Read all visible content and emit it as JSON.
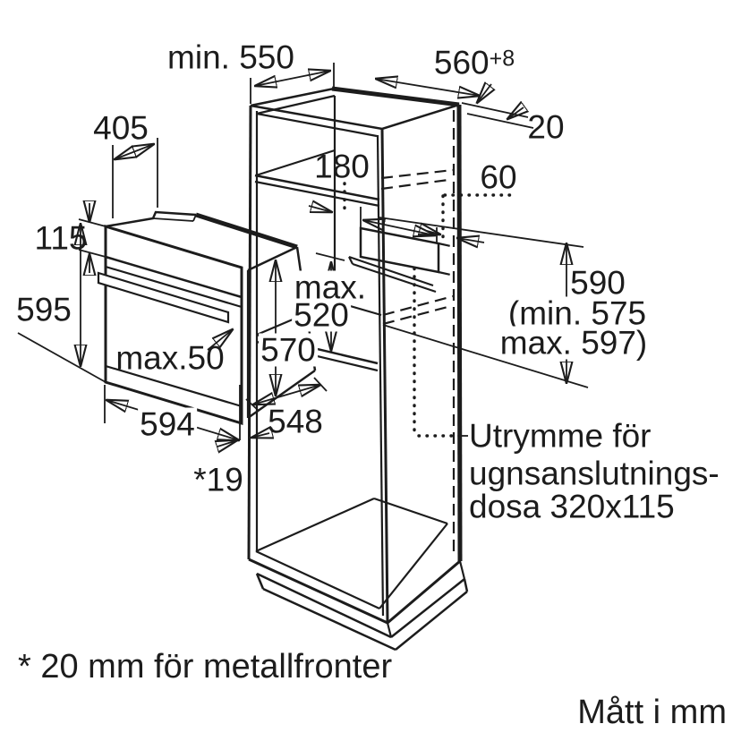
{
  "page": {
    "background": "#ffffff",
    "line_color": "#1c1c1c"
  },
  "dimensions": {
    "cabinet_depth_min": "min. 550",
    "niche_width": "560",
    "niche_width_tolerance": "+8",
    "side_wall_thickness": "20",
    "oven_top_depth": "405",
    "vent_clearance": "180",
    "connection_strip": "60",
    "control_panel_height": "115",
    "oven_height": "595",
    "recess_depth_line1": "max.",
    "recess_depth_line2": "520",
    "body_height": "570",
    "handle_depth": "max.50",
    "niche_height": "590",
    "niche_height_min": "(min. 575",
    "niche_height_max": "max. 597)",
    "oven_width": "594",
    "body_depth": "548",
    "front_gap": "*19"
  },
  "connection_note": {
    "line1": "Utrymme för",
    "line2": "ugnsanslutnings-",
    "line3": "dosa 320x115"
  },
  "footnote": "* 20 mm för metallfronter",
  "units_note": "Mått i mm"
}
